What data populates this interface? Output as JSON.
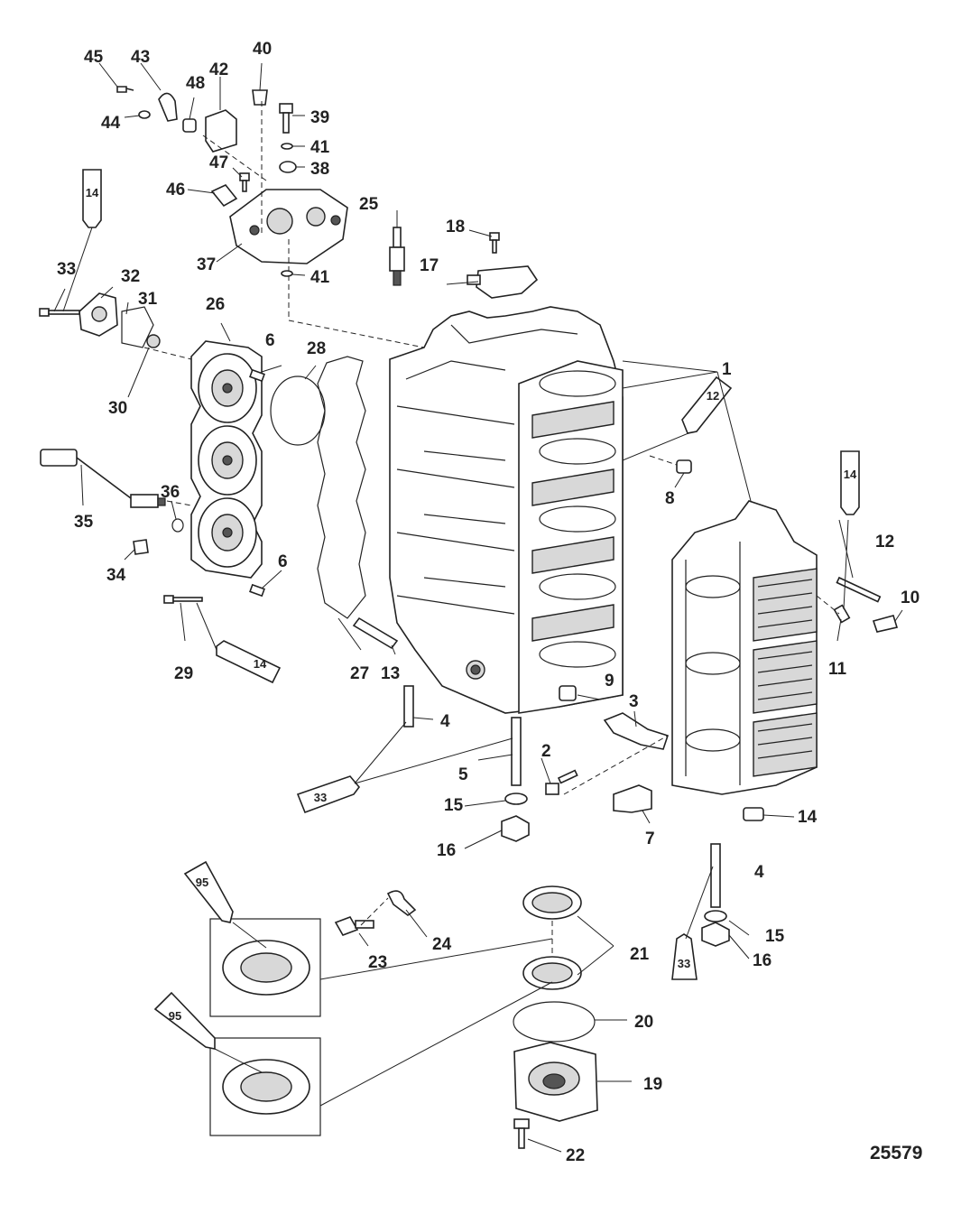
{
  "figure_number": "25579",
  "sealant_labels": {
    "s14": "14",
    "s12": "12",
    "s33": "33",
    "s95": "95"
  },
  "callouts": {
    "c1": "1",
    "c2": "2",
    "c3": "3",
    "c4": "4",
    "c5": "5",
    "c6": "6",
    "c7": "7",
    "c8": "8",
    "c9": "9",
    "c10": "10",
    "c11": "11",
    "c12": "12",
    "c13": "13",
    "c14": "14",
    "c15": "15",
    "c16": "16",
    "c17": "17",
    "c18": "18",
    "c19": "19",
    "c20": "20",
    "c21": "21",
    "c22": "22",
    "c23": "23",
    "c24": "24",
    "c25": "25",
    "c26": "26",
    "c27": "27",
    "c28": "28",
    "c29": "29",
    "c30": "30",
    "c31": "31",
    "c32": "32",
    "c33": "33",
    "c34": "34",
    "c35": "35",
    "c36": "36",
    "c37": "37",
    "c38": "38",
    "c39": "39",
    "c40": "40",
    "c41": "41",
    "c42": "42",
    "c43": "43",
    "c44": "44",
    "c45": "45",
    "c46": "46",
    "c47": "47",
    "c48": "48"
  }
}
